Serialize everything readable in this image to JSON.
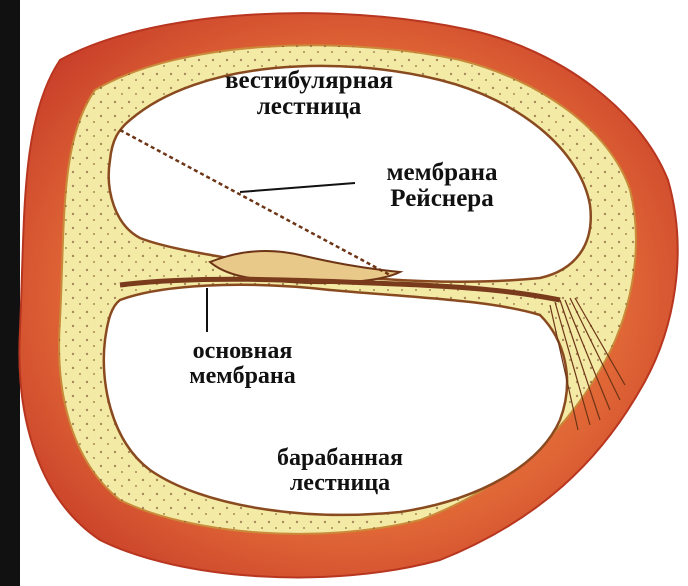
{
  "labels": {
    "vestibular_scala": {
      "line1": "вестибулярная",
      "line2": "лестница"
    },
    "reissner_membrane": {
      "line1": "мембрана",
      "line2": "Рейснера"
    },
    "basilar_membrane": {
      "line1": "основная",
      "line2": "мембрана"
    },
    "tympanic_scala": {
      "line1": "барабанная",
      "line2": "лестница"
    }
  },
  "colors": {
    "bone_outer": "#d9482a",
    "bone_mid": "#e8743e",
    "tissue_cream": "#f3eaa6",
    "tissue_dark": "#7a3a1c",
    "left_edge": "#111111",
    "lumen": "#ffffff"
  }
}
